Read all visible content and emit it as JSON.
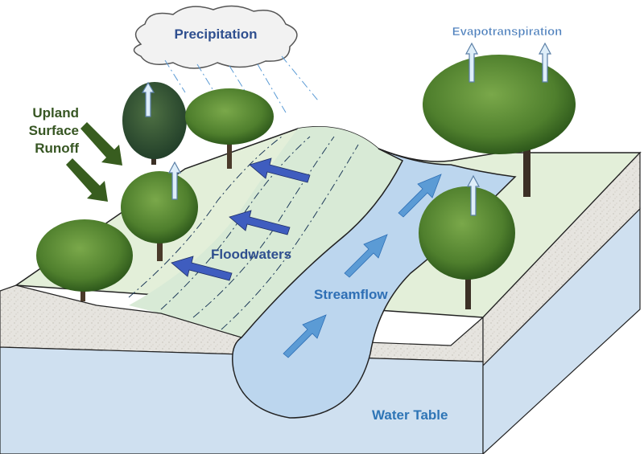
{
  "labels": {
    "precipitation": "Precipitation",
    "evapotranspiration": "Evapotranspiration",
    "upland_line1": "Upland",
    "upland_line2": "Surface",
    "upland_line3": "Runoff",
    "floodwaters": "Floodwaters",
    "streamflow": "Streamflow",
    "water_table": "Water Table"
  },
  "colors": {
    "label_blue": "#2f4f8f",
    "streamflow_text": "#2e6fb5",
    "water_table_text": "#2e75b6",
    "evapo_text": "#4f81bd",
    "upland_text": "#375623",
    "upland_arrow": "#385d1f",
    "flood_arrow": "#3f5dbf",
    "stream_arrow": "#5b9bd5",
    "ground_top": "#e3efd9",
    "floodplain": "#d8ead6",
    "stream": "#bcd6ee",
    "soil": "#e6e4df",
    "groundwater": "#cfe0f0",
    "tree_foliage": "#4f7f2d"
  },
  "icons": [
    "cloud-icon",
    "tree-icon",
    "arrow-up-icon",
    "arrow-icon",
    "rain-streak-icon"
  ]
}
